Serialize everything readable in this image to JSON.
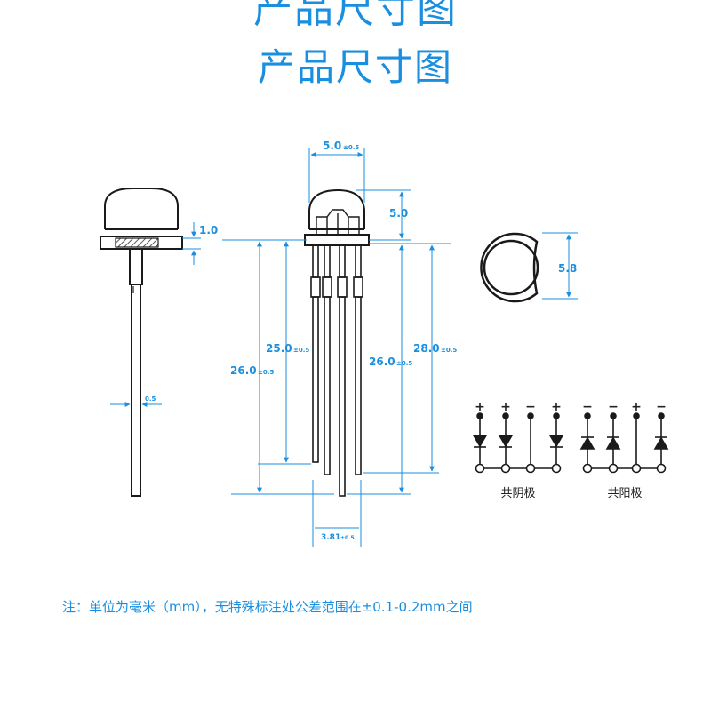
{
  "title_top_cut": "产品尺寸图",
  "title": "产品尺寸图",
  "dimensions": {
    "head_width": "5.0",
    "head_width_tol": "±0.5",
    "head_height": "5.0",
    "flange_thickness": "1.0",
    "lead_diameter": "0.5",
    "lead_left_outer": "26.0",
    "lead_left_outer_tol": "±0.5",
    "lead_left_inner": "25.0",
    "lead_left_inner_tol": "±0.5",
    "lead_right_inner": "26.0",
    "lead_right_inner_tol": "±0.5",
    "lead_right_outer": "28.0",
    "lead_right_outer_tol": "±0.5",
    "pin_pitch": "3.81",
    "pin_pitch_tol": "±0.5",
    "top_view_diameter": "5.8"
  },
  "circuits": {
    "common_cathode": {
      "label": "共阴极",
      "signs": [
        "+",
        "+",
        "−",
        "+"
      ]
    },
    "common_anode": {
      "label": "共阳极",
      "signs": [
        "−",
        "−",
        "+",
        "−"
      ]
    }
  },
  "note": "注：单位为毫米（mm），无特殊标注处公差范围在±0.1-0.2mm之间",
  "colors": {
    "accent": "#1a8fe0",
    "line": "#1a1a1a"
  }
}
